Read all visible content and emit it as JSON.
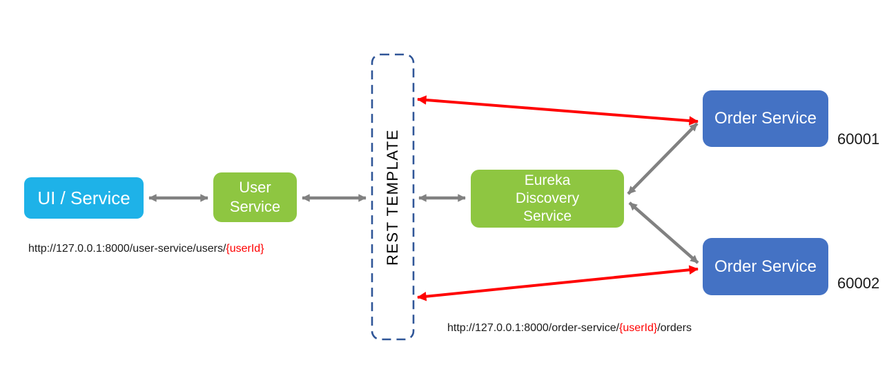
{
  "nodes": {
    "ui_service": {
      "label": "UI / Service",
      "fill": "#1EB2E8",
      "text_color": "#FFFFFF"
    },
    "user_service": {
      "lines": [
        "User",
        "Service"
      ],
      "fill": "#8EC641",
      "text_color": "#FFFFFF"
    },
    "rest_template": {
      "label": "REST TEMPLATE",
      "border_color": "#2F5597",
      "text_color": "#000000"
    },
    "eureka": {
      "lines": [
        "Eureka",
        "Discovery",
        "Service"
      ],
      "fill": "#8EC641",
      "text_color": "#FFFFFF"
    },
    "order_service_1": {
      "label": "Order Service",
      "port": "60001",
      "fill": "#4472C4",
      "text_color": "#FFFFFF"
    },
    "order_service_2": {
      "label": "Order Service",
      "port": "60002",
      "fill": "#4472C4",
      "text_color": "#FFFFFF"
    }
  },
  "urls": {
    "user_service": {
      "prefix": "http://127.0.0.1:8000/user-service/users/",
      "param": "{userId}",
      "suffix": ""
    },
    "order_service": {
      "prefix": "http://127.0.0.1:8000/order-service/",
      "param": "{userId}",
      "suffix": "/orders"
    }
  },
  "colors": {
    "gray_arrow": "#818181",
    "red_arrow": "#FF0000",
    "dashed_border": "#2F5597",
    "param_text": "#FF0000",
    "url_text": "#1A1A1A",
    "background": "#FFFFFF"
  }
}
